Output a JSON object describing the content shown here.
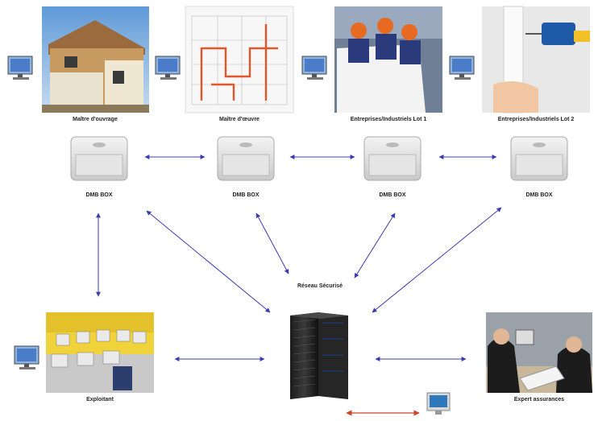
{
  "title": "",
  "nodes": {
    "maitre_ouvrage": {
      "label": "Maître d'ouvrage"
    },
    "maitre_oeuvre": {
      "label": "Maître d'œuvre"
    },
    "entreprises_lot1": {
      "label": "Entreprises/Industriels Lot 1"
    },
    "entreprises_lot2": {
      "label": "Entreprises/Industriels Lot 2"
    },
    "exploitant": {
      "label": "Exploitant"
    },
    "expert_assurances": {
      "label": "Expert assurances"
    }
  },
  "boxes": [
    {
      "label": "DMB BOX"
    },
    {
      "label": "DMB BOX"
    },
    {
      "label": "DMB BOX"
    },
    {
      "label": "DMB BOX"
    }
  ],
  "network": {
    "label": "Réseau Sécurisé"
  },
  "colors": {
    "arrow": "#3b3bb0",
    "arrow_alt": "#d0442a",
    "monitor": "#4a7cc7"
  },
  "icons": [
    "monitor-icon",
    "server-icon",
    "dmb-box-icon"
  ]
}
